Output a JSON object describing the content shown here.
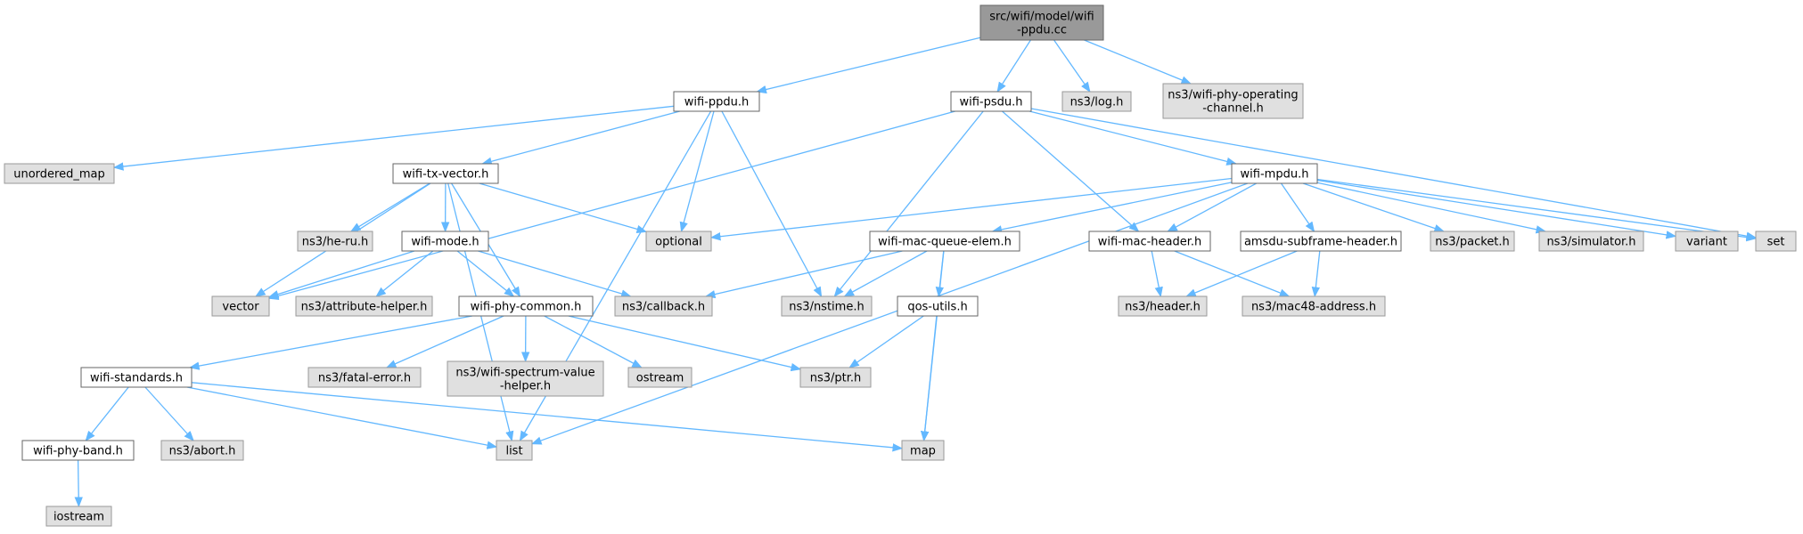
{
  "colors": {
    "root_fill": "#999999",
    "root_stroke": "#666666",
    "local_fill": "#ffffff",
    "local_stroke": "#666666",
    "external_fill": "#e0e0e0",
    "external_stroke": "#999999",
    "edge": "#63b8ff"
  },
  "nodes": [
    {
      "id": "root",
      "kind": "root",
      "lines": [
        "src/wifi/model/wifi",
        "-ppdu.cc"
      ]
    },
    {
      "id": "wifi_ppdu_h",
      "kind": "local",
      "lines": [
        "wifi-ppdu.h"
      ]
    },
    {
      "id": "wifi_psdu_h",
      "kind": "local",
      "lines": [
        "wifi-psdu.h"
      ]
    },
    {
      "id": "ns3_log_h",
      "kind": "external",
      "lines": [
        "ns3/log.h"
      ]
    },
    {
      "id": "ns3_wifi_phy_op",
      "kind": "external",
      "lines": [
        "ns3/wifi-phy-operating",
        "-channel.h"
      ]
    },
    {
      "id": "unordered_map",
      "kind": "external",
      "lines": [
        "unordered_map"
      ]
    },
    {
      "id": "wifi_tx_vector_h",
      "kind": "local",
      "lines": [
        "wifi-tx-vector.h"
      ]
    },
    {
      "id": "wifi_mpdu_h",
      "kind": "local",
      "lines": [
        "wifi-mpdu.h"
      ]
    },
    {
      "id": "ns3_he_ru_h",
      "kind": "external",
      "lines": [
        "ns3/he-ru.h"
      ]
    },
    {
      "id": "wifi_mode_h",
      "kind": "local",
      "lines": [
        "wifi-mode.h"
      ]
    },
    {
      "id": "optional",
      "kind": "external",
      "lines": [
        "optional"
      ]
    },
    {
      "id": "wifi_mac_queue_elem_h",
      "kind": "local",
      "lines": [
        "wifi-mac-queue-elem.h"
      ]
    },
    {
      "id": "wifi_mac_header_h",
      "kind": "local",
      "lines": [
        "wifi-mac-header.h"
      ]
    },
    {
      "id": "amsdu_subframe_header_h",
      "kind": "local",
      "lines": [
        "amsdu-subframe-header.h"
      ]
    },
    {
      "id": "ns3_packet_h",
      "kind": "external",
      "lines": [
        "ns3/packet.h"
      ]
    },
    {
      "id": "ns3_simulator_h",
      "kind": "external",
      "lines": [
        "ns3/simulator.h"
      ]
    },
    {
      "id": "variant",
      "kind": "external",
      "lines": [
        "variant"
      ]
    },
    {
      "id": "set",
      "kind": "external",
      "lines": [
        "set"
      ]
    },
    {
      "id": "vector",
      "kind": "external",
      "lines": [
        "vector"
      ]
    },
    {
      "id": "ns3_attribute_helper_h",
      "kind": "external",
      "lines": [
        "ns3/attribute-helper.h"
      ]
    },
    {
      "id": "wifi_phy_common_h",
      "kind": "local",
      "lines": [
        "wifi-phy-common.h"
      ]
    },
    {
      "id": "ns3_callback_h",
      "kind": "external",
      "lines": [
        "ns3/callback.h"
      ]
    },
    {
      "id": "ns3_nstime_h",
      "kind": "external",
      "lines": [
        "ns3/nstime.h"
      ]
    },
    {
      "id": "qos_utils_h",
      "kind": "local",
      "lines": [
        "qos-utils.h"
      ]
    },
    {
      "id": "ns3_header_h",
      "kind": "external",
      "lines": [
        "ns3/header.h"
      ]
    },
    {
      "id": "ns3_mac48_address_h",
      "kind": "external",
      "lines": [
        "ns3/mac48-address.h"
      ]
    },
    {
      "id": "wifi_standards_h",
      "kind": "local",
      "lines": [
        "wifi-standards.h"
      ]
    },
    {
      "id": "ns3_fatal_error_h",
      "kind": "external",
      "lines": [
        "ns3/fatal-error.h"
      ]
    },
    {
      "id": "ns3_wifi_spectrum_value_helper_h",
      "kind": "external",
      "lines": [
        "ns3/wifi-spectrum-value",
        "-helper.h"
      ]
    },
    {
      "id": "ostream",
      "kind": "external",
      "lines": [
        "ostream"
      ]
    },
    {
      "id": "ns3_ptr_h",
      "kind": "external",
      "lines": [
        "ns3/ptr.h"
      ]
    },
    {
      "id": "wifi_phy_band_h",
      "kind": "local",
      "lines": [
        "wifi-phy-band.h"
      ]
    },
    {
      "id": "ns3_abort_h",
      "kind": "external",
      "lines": [
        "ns3/abort.h"
      ]
    },
    {
      "id": "list",
      "kind": "external",
      "lines": [
        "list"
      ]
    },
    {
      "id": "map",
      "kind": "external",
      "lines": [
        "map"
      ]
    },
    {
      "id": "iostream",
      "kind": "external",
      "lines": [
        "iostream"
      ]
    }
  ],
  "edges": [
    [
      "root",
      "wifi_ppdu_h"
    ],
    [
      "root",
      "wifi_psdu_h"
    ],
    [
      "root",
      "ns3_log_h"
    ],
    [
      "root",
      "ns3_wifi_phy_op"
    ],
    [
      "wifi_ppdu_h",
      "unordered_map"
    ],
    [
      "wifi_ppdu_h",
      "wifi_tx_vector_h"
    ],
    [
      "wifi_ppdu_h",
      "optional"
    ],
    [
      "wifi_ppdu_h",
      "ns3_nstime_h"
    ],
    [
      "wifi_ppdu_h",
      "list"
    ],
    [
      "wifi_psdu_h",
      "vector"
    ],
    [
      "wifi_psdu_h",
      "ns3_nstime_h"
    ],
    [
      "wifi_psdu_h",
      "wifi_mpdu_h"
    ],
    [
      "wifi_psdu_h",
      "wifi_mac_header_h"
    ],
    [
      "wifi_psdu_h",
      "set"
    ],
    [
      "wifi_tx_vector_h",
      "ns3_he_ru_h"
    ],
    [
      "wifi_tx_vector_h",
      "wifi_mode_h"
    ],
    [
      "wifi_tx_vector_h",
      "optional"
    ],
    [
      "wifi_tx_vector_h",
      "vector"
    ],
    [
      "wifi_tx_vector_h",
      "wifi_phy_common_h"
    ],
    [
      "wifi_tx_vector_h",
      "list"
    ],
    [
      "wifi_mpdu_h",
      "optional"
    ],
    [
      "wifi_mpdu_h",
      "wifi_mac_queue_elem_h"
    ],
    [
      "wifi_mpdu_h",
      "wifi_mac_header_h"
    ],
    [
      "wifi_mpdu_h",
      "amsdu_subframe_header_h"
    ],
    [
      "wifi_mpdu_h",
      "ns3_packet_h"
    ],
    [
      "wifi_mpdu_h",
      "ns3_simulator_h"
    ],
    [
      "wifi_mpdu_h",
      "variant"
    ],
    [
      "wifi_mpdu_h",
      "set"
    ],
    [
      "wifi_mpdu_h",
      "list"
    ],
    [
      "wifi_mode_h",
      "vector"
    ],
    [
      "wifi_mode_h",
      "ns3_attribute_helper_h"
    ],
    [
      "wifi_mode_h",
      "wifi_phy_common_h"
    ],
    [
      "wifi_mode_h",
      "ns3_callback_h"
    ],
    [
      "wifi_mac_queue_elem_h",
      "ns3_callback_h"
    ],
    [
      "wifi_mac_queue_elem_h",
      "ns3_nstime_h"
    ],
    [
      "wifi_mac_queue_elem_h",
      "qos_utils_h"
    ],
    [
      "wifi_mac_queue_elem_h",
      "map"
    ],
    [
      "wifi_mac_header_h",
      "ns3_header_h"
    ],
    [
      "wifi_mac_header_h",
      "ns3_mac48_address_h"
    ],
    [
      "amsdu_subframe_header_h",
      "ns3_header_h"
    ],
    [
      "amsdu_subframe_header_h",
      "ns3_mac48_address_h"
    ],
    [
      "wifi_phy_common_h",
      "wifi_standards_h"
    ],
    [
      "wifi_phy_common_h",
      "ns3_fatal_error_h"
    ],
    [
      "wifi_phy_common_h",
      "ns3_wifi_spectrum_value_helper_h"
    ],
    [
      "wifi_phy_common_h",
      "ostream"
    ],
    [
      "wifi_phy_common_h",
      "ns3_ptr_h"
    ],
    [
      "qos_utils_h",
      "ns3_ptr_h"
    ],
    [
      "qos_utils_h",
      "map"
    ],
    [
      "wifi_standards_h",
      "wifi_phy_band_h"
    ],
    [
      "wifi_standards_h",
      "ns3_abort_h"
    ],
    [
      "wifi_standards_h",
      "list"
    ],
    [
      "wifi_standards_h",
      "map"
    ],
    [
      "wifi_phy_band_h",
      "iostream"
    ]
  ]
}
